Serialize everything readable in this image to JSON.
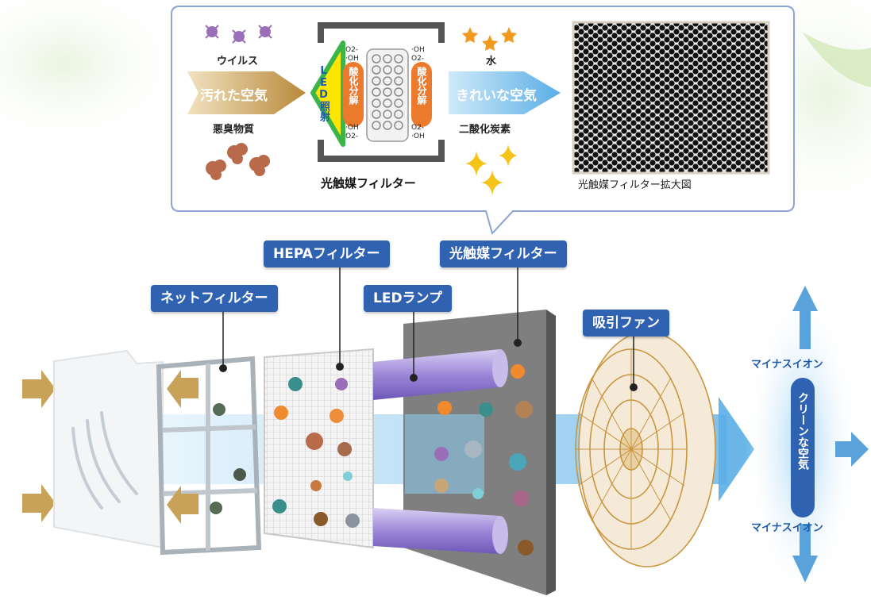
{
  "callout": {
    "virus": "ウイルス",
    "dirty_air": "汚れた空気",
    "odor": "悪臭物質",
    "led_irradiation": "LED照射",
    "o2_radical": "O2-",
    "oh_radical": "·OH",
    "oxidative_decomposition": "酸化分解",
    "water": "水",
    "clean_air": "きれいな空気",
    "co2": "二酸化炭素",
    "photocatalyst_filter": "光触媒フィルター",
    "magnified_caption": "光触媒フィルター拡大図"
  },
  "components": {
    "net_filter": "ネットフィルター",
    "hepa_filter": "HEPAフィルター",
    "led_lamp": "LEDランプ",
    "photocatalyst_filter": "光触媒フィルター",
    "suction_fan": "吸引ファン"
  },
  "output": {
    "minus_ion_top": "マイナスイオン",
    "clean_air": "クリーンな空気",
    "minus_ion_bottom": "マイナスイオン"
  },
  "colors": {
    "label_blue": "#2f63b2",
    "dirty_air_gold": "#c39a45",
    "clean_air_blue": "#5aaee6",
    "decompose_orange": "#ec7a2c",
    "led_green": "#39b54a",
    "led_yellow": "#ffe600"
  }
}
